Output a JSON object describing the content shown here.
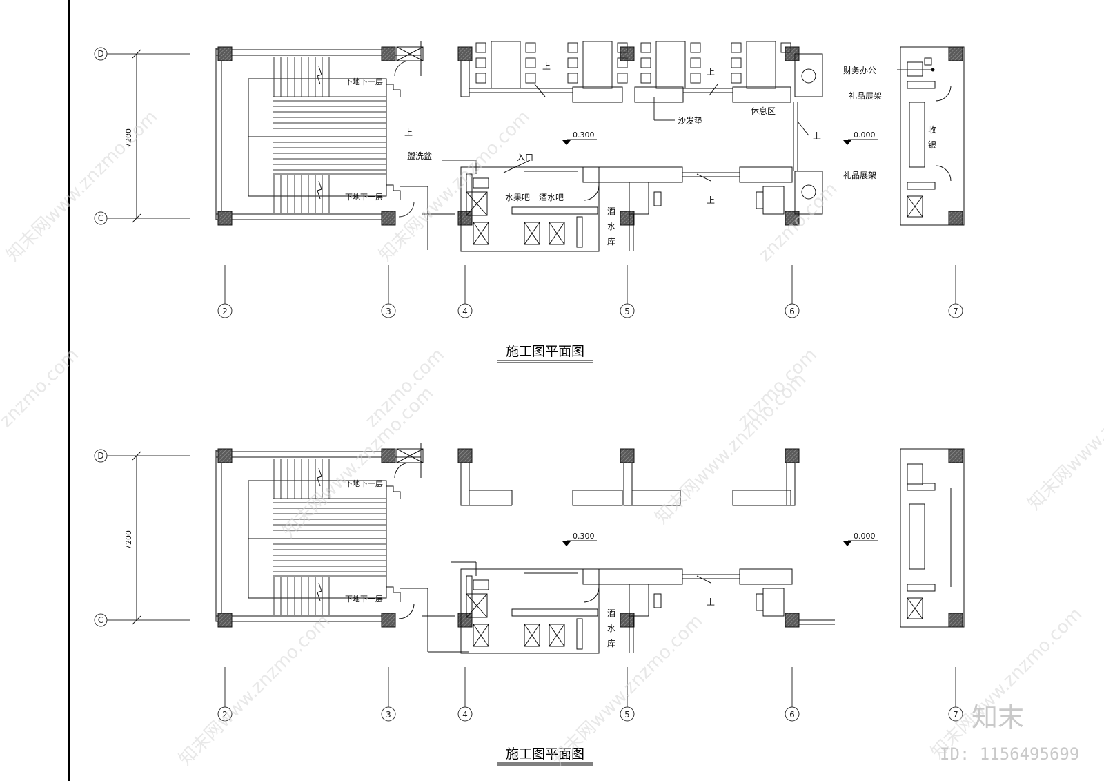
{
  "plans": [
    {
      "title": "施工图平面图",
      "dimension": "7200",
      "row_axes": [
        "D",
        "C"
      ],
      "col_axes": [
        "2",
        "3",
        "4",
        "5",
        "6",
        "7"
      ],
      "levels": [
        "0.300",
        "0.000"
      ],
      "labels": {
        "stair_down_top": "下地下一层",
        "stair_down_bottom": "下地下一层",
        "up_stair": "上",
        "up_a": "上",
        "up_b": "上",
        "up_c": "上",
        "up_d": "上",
        "basin": "盥洗盆",
        "entrance": "入口",
        "fruit_bar": "水果吧",
        "wine_bar": "酒水吧",
        "wine_store": [
          "酒",
          "水",
          "库"
        ],
        "sofa": "沙发垫",
        "rest_area": "休息区",
        "finance": "财务办公",
        "gift_top": "礼品展架",
        "gift_bottom": "礼品展架",
        "cashier": [
          "收",
          "银"
        ]
      }
    },
    {
      "title": "施工图平面图",
      "dimension": "7200",
      "row_axes": [
        "D",
        "C"
      ],
      "col_axes": [
        "2",
        "3",
        "4",
        "5",
        "6",
        "7"
      ],
      "levels": [
        "0.300",
        "0.000"
      ],
      "labels": {
        "stair_down_top": "下地下一层",
        "stair_down_bottom": "下地下一层",
        "up_b": "上",
        "wine_store": [
          "酒",
          "水",
          "库"
        ]
      }
    }
  ],
  "watermark": {
    "site": "znzmo.com",
    "site_full": "知末网www.znzmo.com",
    "brand": "知末",
    "id": "ID: 1156495699"
  }
}
